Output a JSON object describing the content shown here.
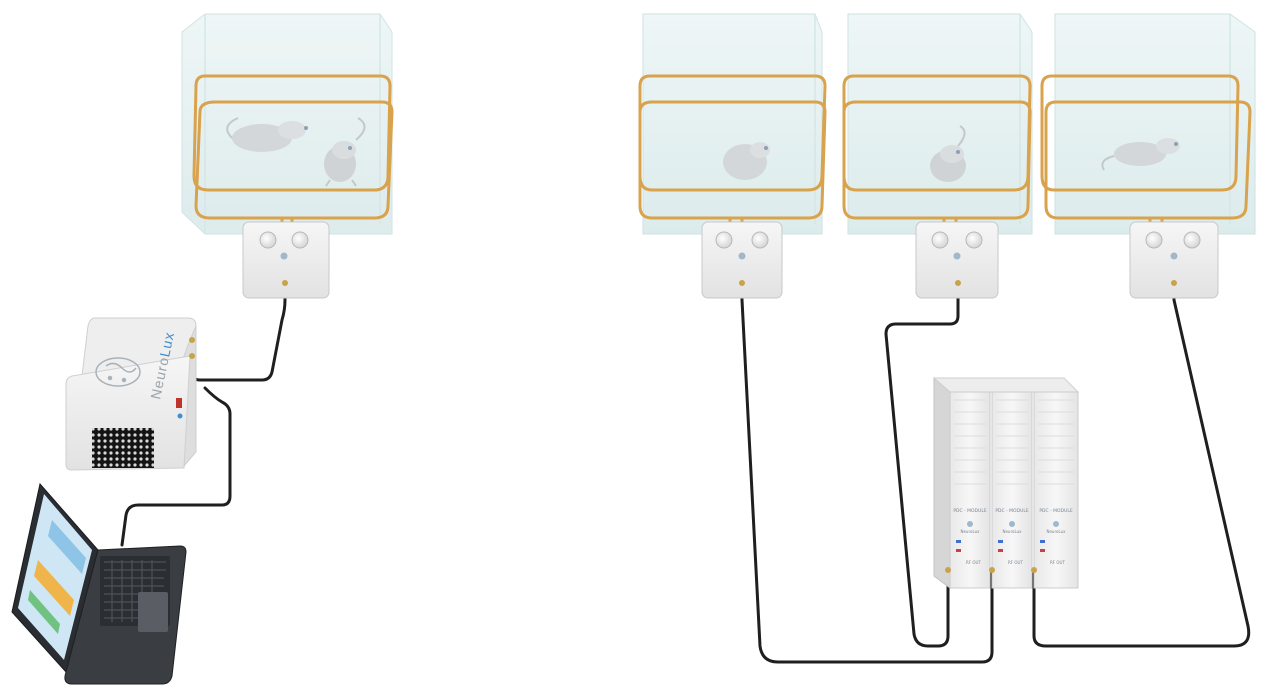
{
  "colors": {
    "background": "#ffffff",
    "enclosure_glass": "#e4f0f0",
    "coil": "#d9a24c",
    "module": "#f2f2f2",
    "cable": "#1f1f1f",
    "connector": "#c9a34a",
    "accent_blue": "#3f8fd0"
  },
  "diagram": {
    "left_setup": {
      "controller": {
        "brand_primary": "Neuro",
        "brand_accent": "Lux"
      }
    },
    "cages": [
      {
        "id": "cage-1",
        "animals": 2
      },
      {
        "id": "cage-2",
        "animals": 1
      },
      {
        "id": "cage-3",
        "animals": 1
      },
      {
        "id": "cage-4",
        "animals": 1
      }
    ],
    "rack": {
      "modules": [
        {
          "title": "PDC - MODULE",
          "brand": "NeuroLux",
          "port": "RF OUT"
        },
        {
          "title": "PDC - MODULE",
          "brand": "NeuroLux",
          "port": "RF OUT"
        },
        {
          "title": "PDC - MODULE",
          "brand": "NeuroLux",
          "port": "RF OUT"
        }
      ]
    }
  },
  "icons": [
    "laptop-icon",
    "controller-icon",
    "tuner-box-icon",
    "rat-icon",
    "coil-icon",
    "cable-icon"
  ]
}
